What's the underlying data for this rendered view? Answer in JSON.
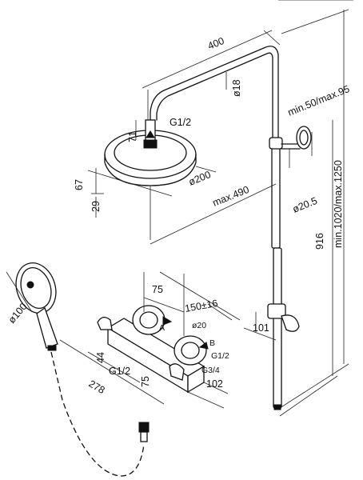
{
  "diagram": {
    "labels": {
      "arm_length": "400",
      "arm_diameter": "ø18",
      "wall_offset": "min.50/max.95",
      "head_connection": "G1/2",
      "head_neck": "71",
      "head_height": "67",
      "head_diameter": "ø200",
      "head_drop": "29",
      "max_projection": "max.490",
      "column_diameter": "ø20.5",
      "column_height": "916",
      "total_height": "min.1020/max.1250",
      "handshower_diameter": "ø100",
      "body_height": "75",
      "centres": "150±16",
      "knob_diameter": "ø20",
      "outlet_a": "A",
      "outlet_b": "B",
      "outlet_b_thread": "G1/2",
      "inlet_thread": "G3/4",
      "body_depth": "44",
      "body_width": "278",
      "inlet_connection": "G1/2",
      "body_length": "75",
      "body_projection": "102",
      "holder_width": "101"
    }
  }
}
